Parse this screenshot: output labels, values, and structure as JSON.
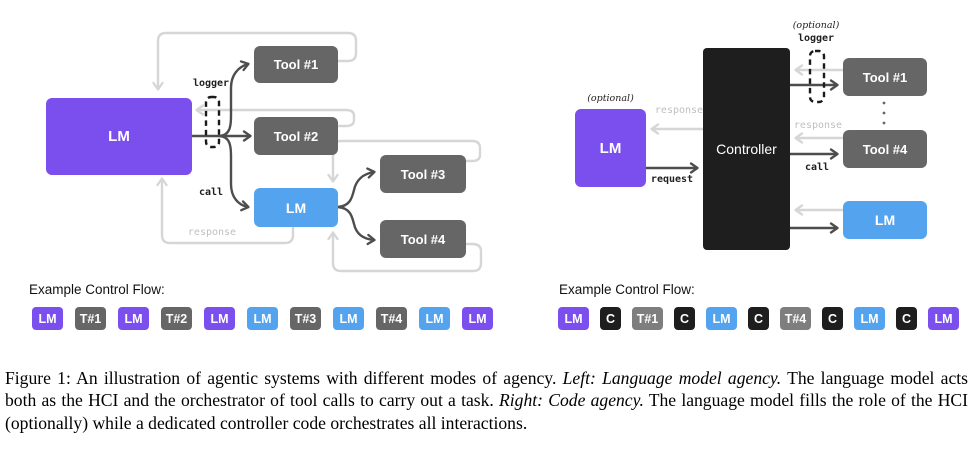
{
  "palette": {
    "purple": "#7A4FEE",
    "blue": "#54A3EE",
    "gray": "#666666",
    "gray_light": "#7E7E7E",
    "black": "#1E1E1E",
    "arrow_dark": "#4D4D4D",
    "arrow_light": "#D6D6D6",
    "label_soft": "#BFBFBF"
  },
  "left_diagram": {
    "lm_main": "LM",
    "tool1": "Tool #1",
    "tool2": "Tool #2",
    "lm_sub": "LM",
    "tool3": "Tool #3",
    "tool4": "Tool #4",
    "logger_label": "logger",
    "call_label": "call",
    "response_label": "response"
  },
  "right_diagram": {
    "optional_left": "(optional)",
    "lm_left": "LM",
    "response_left": "response",
    "request_label": "request",
    "controller": "Controller",
    "optional_right": "(optional)",
    "logger_label": "logger",
    "tool1": "Tool #1",
    "response_right": "response",
    "tool4": "Tool #4",
    "call_label": "call",
    "lm_right": "LM"
  },
  "control_flows": {
    "left": {
      "title": "Example Control Flow:",
      "chips": [
        {
          "label": "LM",
          "color": "purple"
        },
        {
          "label": "T#1",
          "color": "gray"
        },
        {
          "label": "LM",
          "color": "purple"
        },
        {
          "label": "T#2",
          "color": "gray"
        },
        {
          "label": "LM",
          "color": "purple"
        },
        {
          "label": "LM",
          "color": "blue"
        },
        {
          "label": "T#3",
          "color": "gray"
        },
        {
          "label": "LM",
          "color": "blue"
        },
        {
          "label": "T#4",
          "color": "gray"
        },
        {
          "label": "LM",
          "color": "blue"
        },
        {
          "label": "LM",
          "color": "purple"
        }
      ]
    },
    "right": {
      "title": "Example Control Flow:",
      "chips": [
        {
          "label": "LM",
          "color": "purple"
        },
        {
          "label": "C",
          "color": "black"
        },
        {
          "label": "T#1",
          "color": "gray_light"
        },
        {
          "label": "C",
          "color": "black"
        },
        {
          "label": "LM",
          "color": "blue"
        },
        {
          "label": "C",
          "color": "black"
        },
        {
          "label": "T#4",
          "color": "gray_light"
        },
        {
          "label": "C",
          "color": "black"
        },
        {
          "label": "LM",
          "color": "blue"
        },
        {
          "label": "C",
          "color": "black"
        },
        {
          "label": "LM",
          "color": "purple"
        }
      ]
    }
  },
  "caption": {
    "segments": [
      {
        "text": "Figure 1: An illustration of agentic systems with different modes of agency. ",
        "italic": false
      },
      {
        "text": "Left: Language model agency.",
        "italic": true
      },
      {
        "text": "  The language model acts both as the HCI and the orchestrator of tool calls to carry out a task. ",
        "italic": false
      },
      {
        "text": "Right: Code agency.",
        "italic": true
      },
      {
        "text": " The language model fills the role of the HCI (optionally) while a dedicated controller code orchestrates all interactions.",
        "italic": false
      }
    ]
  }
}
